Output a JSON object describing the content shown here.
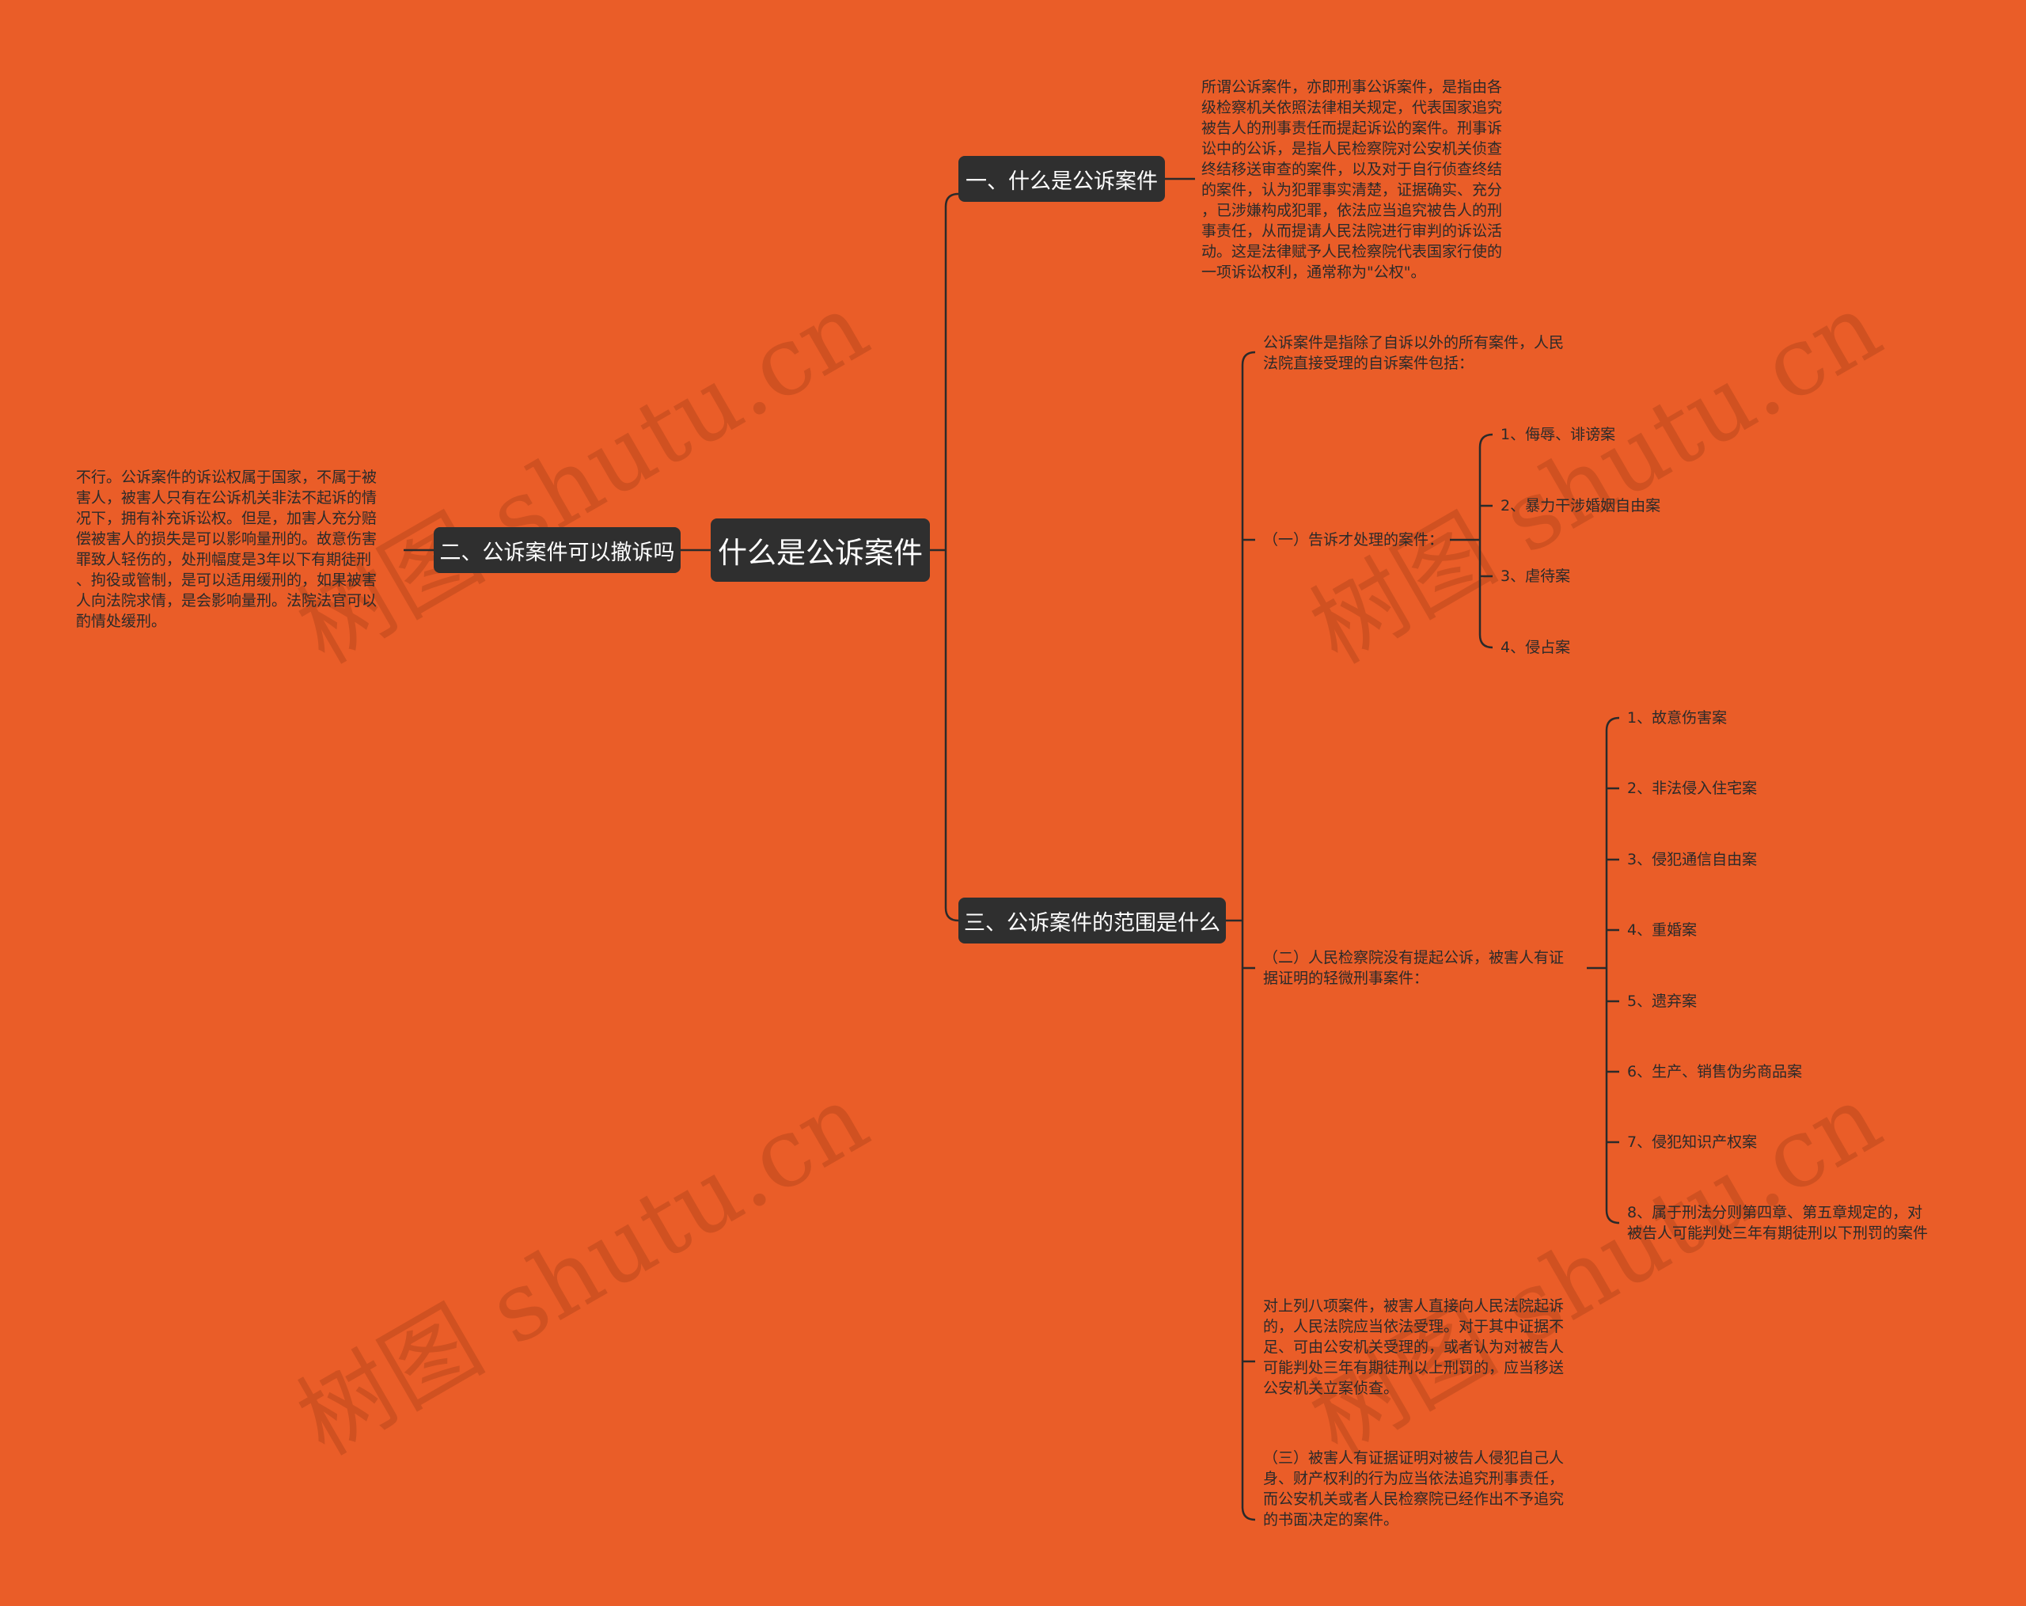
{
  "watermark": "树图 shutu.cn",
  "root": {
    "label": "什么是公诉案件"
  },
  "branches": {
    "b1": {
      "label": "一、什么是公诉案件",
      "text": "所谓公诉案件，亦即刑事公诉案件，是指由各\n级检察机关依照法律相关规定，代表国家追究\n被告人的刑事责任而提起诉讼的案件。刑事诉\n讼中的公诉，是指人民检察院对公安机关侦查\n终结移送审查的案件，以及对于自行侦查终结\n的案件，认为犯罪事实清楚，证据确实、充分\n，已涉嫌构成犯罪，依法应当追究被告人的刑\n事责任，从而提请人民法院进行审判的诉讼活\n动。这是法律赋予人民检察院代表国家行使的\n一项诉讼权利，通常称为\"公权\"。"
    },
    "b2": {
      "label": "二、公诉案件可以撤诉吗",
      "text": "不行。公诉案件的诉讼权属于国家，不属于被\n害人，被害人只有在公诉机关非法不起诉的情\n况下，拥有补充诉讼权。但是，加害人充分赔\n偿被害人的损失是可以影响量刑的。故意伤害\n罪致人轻伤的，处刑幅度是3年以下有期徒刑\n、拘役或管制，是可以适用缓刑的，如果被害\n人向法院求情，是会影响量刑。法院法官可以\n酌情处缓刑。"
    },
    "b3": {
      "label": "三、公诉案件的范围是什么",
      "intro": "公诉案件是指除了自诉以外的所有案件，人民\n法院直接受理的自诉案件包括：",
      "g1": {
        "label": "（一）告诉才处理的案件：",
        "items": [
          "1、侮辱、诽谤案",
          "2、暴力干涉婚姻自由案",
          "3、虐待案",
          "4、侵占案"
        ]
      },
      "g2": {
        "label": "（二）人民检察院没有提起公诉，被害人有证\n据证明的轻微刑事案件：",
        "items": [
          "1、故意伤害案",
          "2、非法侵入住宅案",
          "3、侵犯通信自由案",
          "4、重婚案",
          "5、遗弃案",
          "6、生产、销售伪劣商品案",
          "7、侵犯知识产权案",
          "8、属于刑法分则第四章、第五章规定的，对\n被告人可能判处三年有期徒刑以下刑罚的案件"
        ]
      },
      "note": "对上列八项案件，被害人直接向人民法院起诉\n的，人民法院应当依法受理。对于其中证据不\n足、可由公安机关受理的，或者认为对被告人\n可能判处三年有期徒刑以上刑罚的，应当移送\n公安机关立案侦查。",
      "g3": "（三）被害人有证据证明对被告人侵犯自己人\n身、财产权利的行为应当依法追究刑事责任，\n而公安机关或者人民检察院已经作出不予追究\n的书面决定的案件。"
    }
  }
}
